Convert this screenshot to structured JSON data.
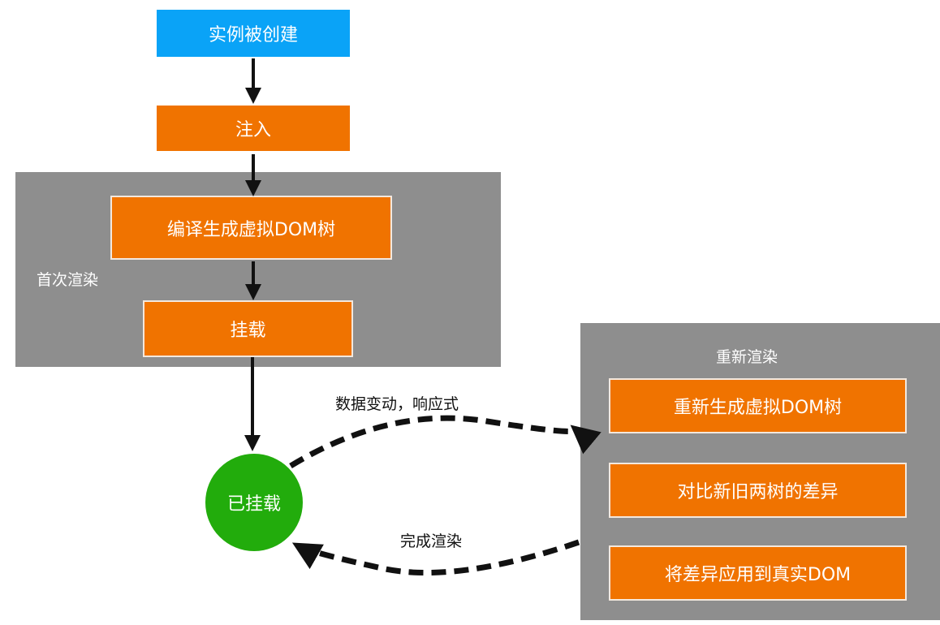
{
  "colors": {
    "start": "#0aa3f7",
    "step": "#f07300",
    "group": "#8e8e8e",
    "mounted": "#22ac0c",
    "arrow": "#111111"
  },
  "nodes": {
    "created": "实例被创建",
    "inject": "注入",
    "compile": "编译生成虚拟DOM树",
    "mount": "挂载",
    "mounted": "已挂载",
    "regenerate": "重新生成虚拟DOM树",
    "diff": "对比新旧两树的差异",
    "patch": "将差异应用到真实DOM"
  },
  "groups": {
    "first_render": "首次渲染",
    "re_render": "重新渲染"
  },
  "edges": {
    "data_change": "数据变动，响应式",
    "render_done": "完成渲染"
  }
}
